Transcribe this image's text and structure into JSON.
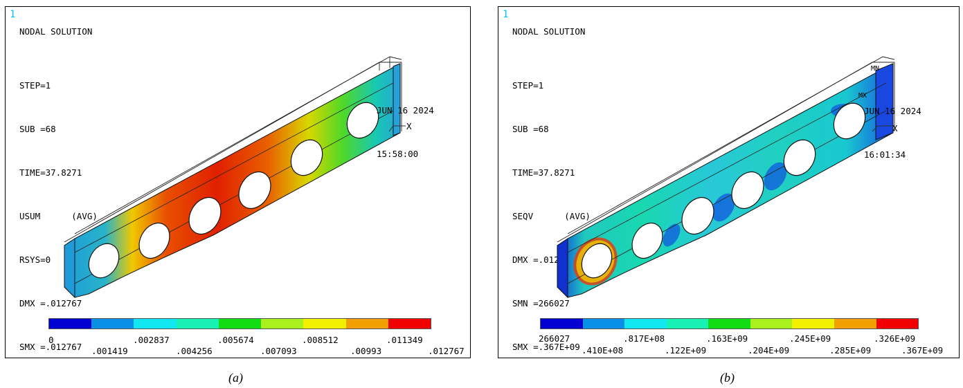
{
  "legend_colors": [
    "#0000d0",
    "#0a8fe6",
    "#12e6f0",
    "#19f0b4",
    "#12dc12",
    "#aaf01e",
    "#f0f000",
    "#f0a000",
    "#f00000"
  ],
  "panels": [
    {
      "window_number": "1",
      "title": "NODAL SOLUTION",
      "params": [
        "STEP=1",
        "SUB =68",
        "TIME=37.8271",
        "USUM      (AVG)",
        "RSYS=0",
        "DMX =.012767",
        "SMX =.012767"
      ],
      "date": "JUN 16 2024",
      "time": "15:58:00",
      "axis_label": "X",
      "legend_top_labels": [
        "0",
        ".002837",
        ".005674",
        ".008512",
        ".011349"
      ],
      "legend_bottom_labels": [
        ".001419",
        ".004256",
        ".007093",
        ".00993",
        ".012767"
      ],
      "caption": "(a)"
    },
    {
      "window_number": "1",
      "title": "NODAL SOLUTION",
      "params": [
        "STEP=1",
        "SUB =68",
        "TIME=37.8271",
        "SEQV      (AVG)",
        "DMX =.012767",
        "SMN =266027",
        "SMX =.367E+09"
      ],
      "date": "JUN 16 2024",
      "time": "16:01:34",
      "axis_label": "X",
      "mn_label": "MN",
      "mx_label": "MX",
      "legend_top_labels": [
        "266027",
        ".817E+08",
        ".163E+09",
        ".245E+09",
        ".326E+09"
      ],
      "legend_bottom_labels": [
        ".410E+08",
        ".122E+09",
        ".204E+09",
        ".285E+09",
        ".367E+09"
      ],
      "caption": "(b)"
    }
  ]
}
